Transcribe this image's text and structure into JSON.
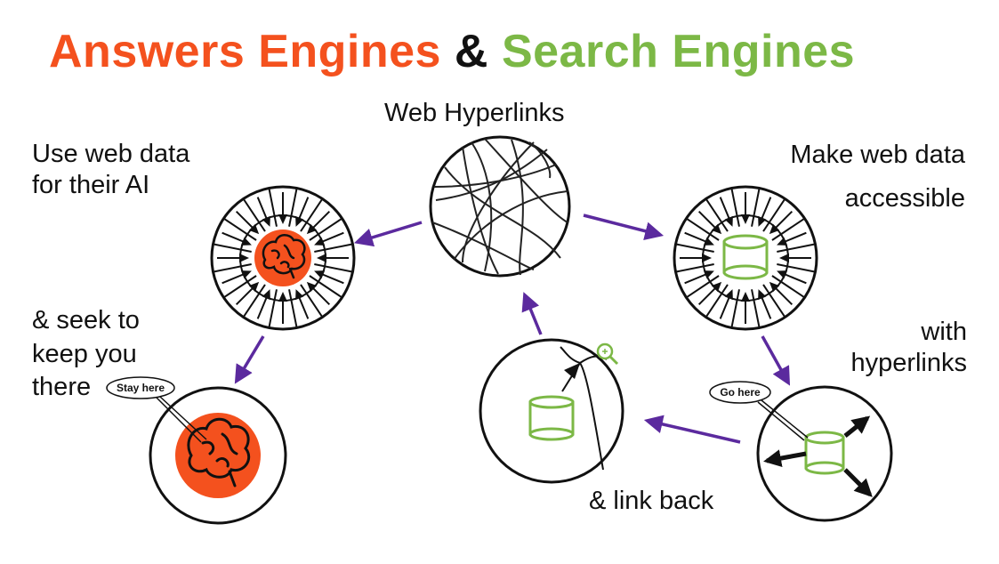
{
  "title": {
    "part1": "Answers Engines",
    "part2": "&",
    "part3": "Search Engines"
  },
  "labels": {
    "web_hyperlinks": "Web Hyperlinks",
    "use_web_data_line1": "Use web data",
    "use_web_data_line2": "for their AI",
    "make_web_data_line1": "Make web data",
    "make_web_data_line2": "accessible",
    "seek_line1": "& seek to",
    "seek_line2": "keep you",
    "seek_line3": "there",
    "with_line1": "with",
    "with_line2": "hyperlinks",
    "link_back": "& link back"
  },
  "bubbles": {
    "stay_here": "Stay here",
    "go_here": "Go here"
  },
  "colors": {
    "orange": "#f4511e",
    "green": "#7cb846",
    "purple": "#5b2a9e",
    "ink": "#111111"
  }
}
